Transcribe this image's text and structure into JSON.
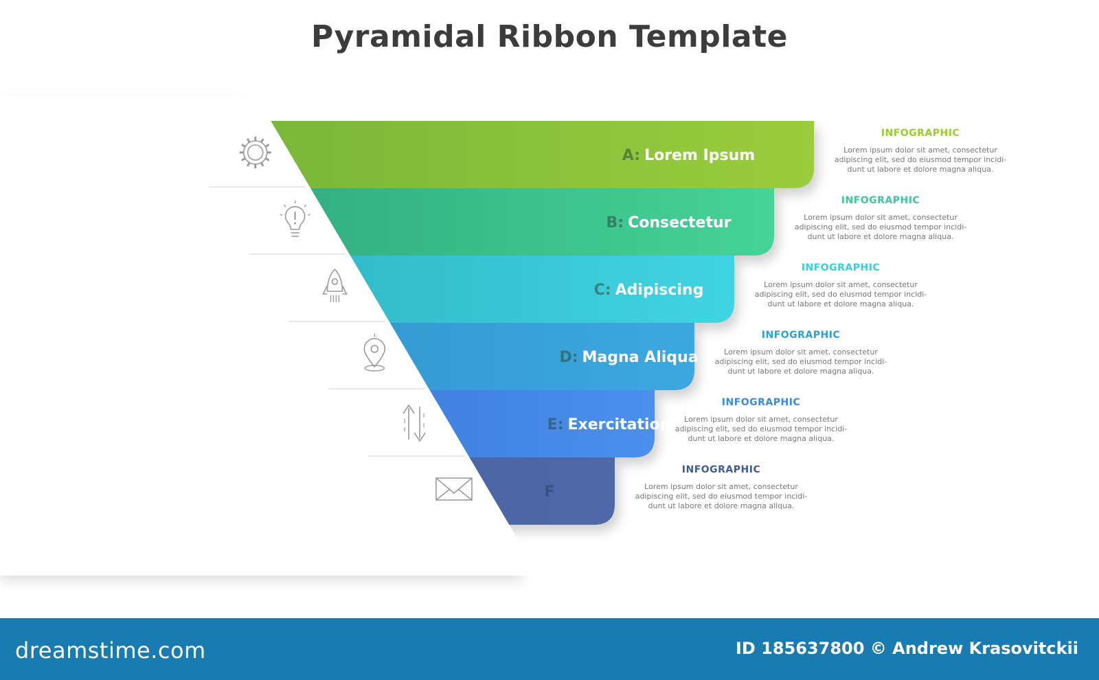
{
  "title": "Pyramidal Ribbon Template",
  "colors": {
    "band_start": [
      "#78b43a",
      "#2fa87f",
      "#2fb2c0",
      "#2e93c8",
      "#3873d8",
      "#46609f"
    ],
    "band_end": [
      "#9acd3c",
      "#46d396",
      "#40d4e2",
      "#3da8e0",
      "#4a90ea",
      "#4f68a8"
    ],
    "info_head": [
      "#9ccc2e",
      "#3cc897",
      "#3fcbd8",
      "#2f9fd6",
      "#3d88e0",
      "#3f5b95"
    ]
  },
  "bands": [
    {
      "letter": "A:",
      "label": "Lorem Ipsum",
      "icon": "gear-icon"
    },
    {
      "letter": "B:",
      "label": "Consectetur",
      "icon": "lightbulb-icon"
    },
    {
      "letter": "C:",
      "label": "Adipiscing",
      "icon": "rocket-icon"
    },
    {
      "letter": "D:",
      "label": "Magna Aliqua",
      "icon": "location-pin-icon"
    },
    {
      "letter": "E:",
      "label": "Exercitation",
      "icon": "up-down-arrows-icon"
    },
    {
      "letter": "F",
      "label": "",
      "icon": "envelope-icon"
    }
  ],
  "info": [
    {
      "heading": "INFOGRAPHIC",
      "lines": [
        "Lorem  ipsum  dolor  sit  amet,  consectetur",
        "adipiscing elit, sed do eiusmod tempor incidi-",
        "dunt ut labore et dolore magna aliqua."
      ]
    },
    {
      "heading": "INFOGRAPHIC",
      "lines": [
        "Lorem  ipsum  dolor  sit  amet,  consectetur",
        "adipiscing elit, sed do eiusmod tempor incidi-",
        "dunt ut labore et dolore magna aliqua."
      ]
    },
    {
      "heading": "INFOGRAPHIC",
      "lines": [
        "Lorem  ipsum  dolor  sit  amet,  consectetur",
        "adipiscing elit, sed do eiusmod tempor incidi-",
        "dunt ut labore et dolore magna aliqua."
      ]
    },
    {
      "heading": "INFOGRAPHIC",
      "lines": [
        "Lorem  ipsum  dolor  sit  amet,  consectetur",
        "adipiscing elit, sed do eiusmod tempor incidi-",
        "dunt ut labore et dolore magna aliqua."
      ]
    },
    {
      "heading": "INFOGRAPHIC",
      "lines": [
        "Lorem  ipsum  dolor  sit  amet,  consectetur",
        "adipiscing elit, sed do eiusmod tempor incidi-",
        "dunt ut labore et dolore magna aliqua."
      ]
    },
    {
      "heading": "INFOGRAPHIC",
      "lines": [
        "Lorem  ipsum  dolor  sit  amet,  consectetur",
        "adipiscing elit, sed do eiusmod tempor incidi-",
        "dunt ut labore et dolore magna aliqua."
      ]
    }
  ],
  "footer": {
    "brand": "dreamstime.com",
    "credit": "ID 185637800 © Andrew Krasovitckii"
  }
}
